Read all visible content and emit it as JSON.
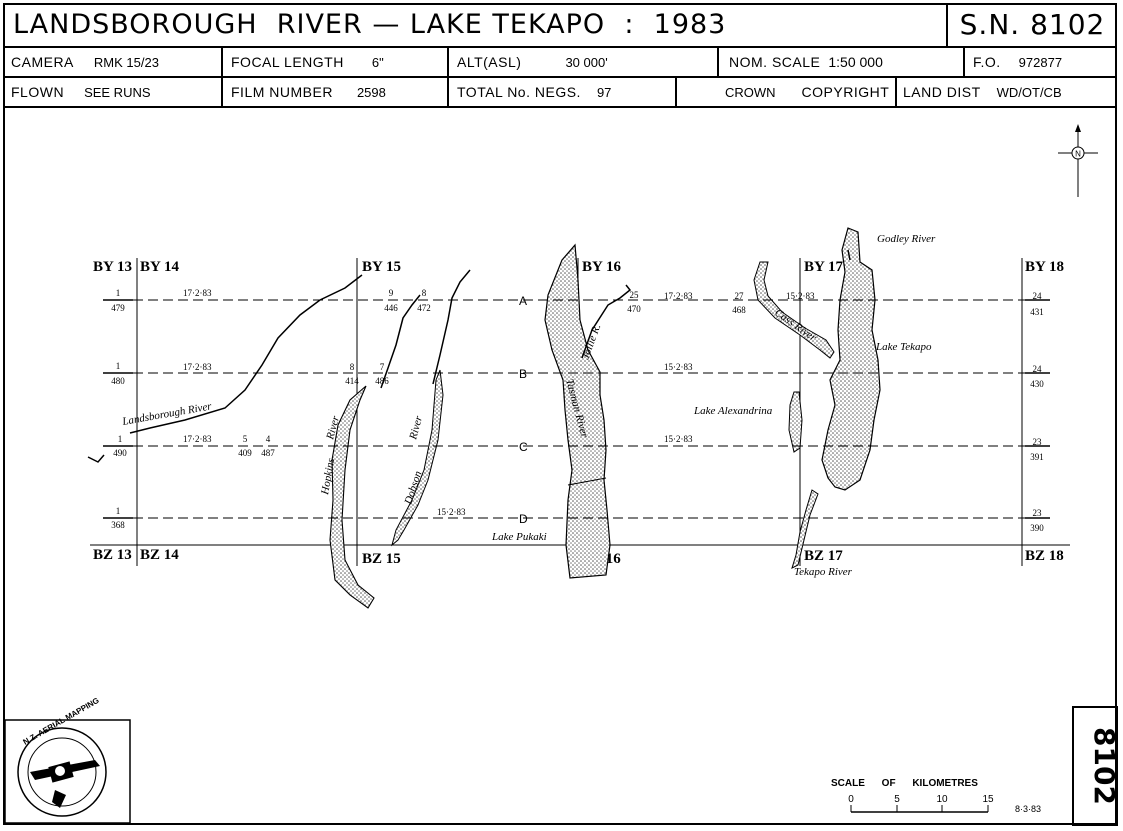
{
  "header": {
    "title_left": "LANDSBOROUGH",
    "title_mid": "RIVER — LAKE TEKAPO",
    "title_sep": ":",
    "title_year": "1983",
    "sn": "S.N. 8102"
  },
  "row1": {
    "camera_label": "CAMERA",
    "camera_value": "RMK 15/23",
    "focal_label": "FOCAL LENGTH",
    "focal_value": "6\"",
    "alt_label": "ALT(ASL)",
    "alt_value": "30 000'",
    "scale_label": "NOM. SCALE",
    "scale_value": "1:50 000",
    "fo_label": "F.O.",
    "fo_value": "972877"
  },
  "row2": {
    "flown_label": "FLOWN",
    "flown_value": "SEE RUNS",
    "film_label": "FILM NUMBER",
    "film_value": "2598",
    "negs_label": "TOTAL No. NEGS.",
    "negs_value": "97",
    "crown_label": "CROWN",
    "copyright_label": "COPYRIGHT",
    "landdist_label": "LAND DIST",
    "landdist_value": "WD/OT/CB"
  },
  "map": {
    "grid_top": [
      "BY 13",
      "BY 14",
      "BY 15",
      "BY 16",
      "BY 17",
      "BY 18"
    ],
    "grid_bottom": [
      "BZ 13",
      "BZ 14",
      "BZ 15",
      "BZ 16",
      "BZ 17",
      "BZ 18"
    ],
    "runs": [
      {
        "letter": "A",
        "left_top": "1",
        "left_bot": "479",
        "right_top": "24",
        "right_bot": "431"
      },
      {
        "letter": "B",
        "left_top": "1",
        "left_bot": "480",
        "right_top": "24",
        "right_bot": "430"
      },
      {
        "letter": "C",
        "left_top": "1",
        "left_bot": "490",
        "right_top": "23",
        "right_bot": "391"
      },
      {
        "letter": "D",
        "left_top": "1",
        "left_bot": "368",
        "right_top": "23",
        "right_bot": "390"
      }
    ],
    "dates": {
      "a1": "17·2·83",
      "a2": "17·2·83",
      "a3": "15·2·83",
      "b1": "17·2·83",
      "b2": "15·2·83",
      "c1": "17·2·83",
      "c2": "15·2·83",
      "d1": "15·2·83"
    },
    "neg_pairs": {
      "a_9_top": "9",
      "a_9_bot": "446",
      "a_8_top": "8",
      "a_8_bot": "472",
      "a_25_top": "25",
      "a_25_bot": "470",
      "a_27_top": "27",
      "a_27_bot": "468",
      "b_8_top": "8",
      "b_8_bot": "414",
      "b_7_top": "7",
      "b_7_bot": "486",
      "c_5_top": "5",
      "c_5_bot": "409",
      "c_4_top": "4",
      "c_4_bot": "487"
    },
    "features": {
      "landsborough": "Landsborough River",
      "hopkins": "Hopkins",
      "hopkins_river": "River",
      "dobson": "Dobson",
      "dobson_river": "River",
      "jollie": "Jollie R.",
      "tasman": "Tasman River",
      "pukaki": "Lake Pukaki",
      "godley": "Godley River",
      "cass": "Cass River",
      "tekapo_lake": "Lake Tekapo",
      "alexandrina": "Lake Alexandrina",
      "tekapo_river": "Tekapo River"
    },
    "north": "N"
  },
  "scale_bar": {
    "title": "SCALE OF KILOMETRES",
    "ticks": [
      "0",
      "5",
      "10",
      "15"
    ],
    "date": "8·3·83"
  },
  "stamp": {
    "text": "8102"
  },
  "logo": {
    "text": "N.Z. AERIAL MAPPING"
  }
}
